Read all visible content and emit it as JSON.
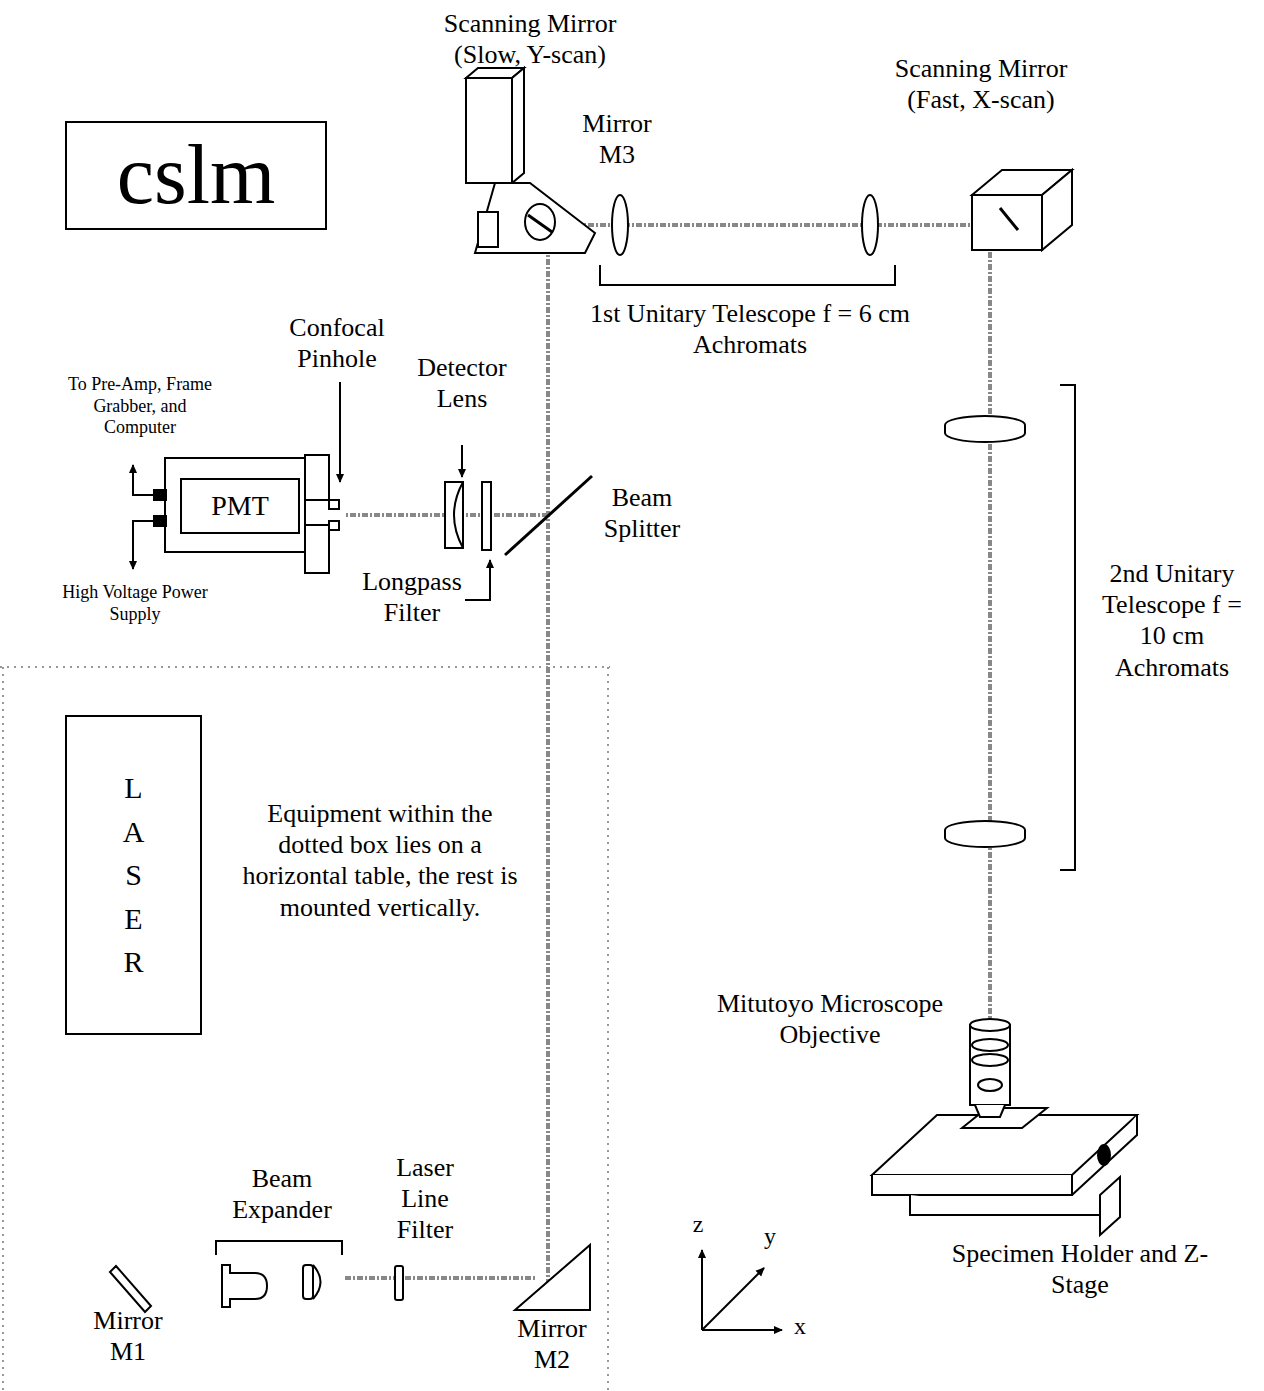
{
  "diagram": {
    "nodes": [
      {
        "text": [
          "cslm"
        ]
      },
      {
        "text": [
          "PMT"
        ]
      },
      {
        "text": [
          "LASER"
        ]
      }
    ],
    "labels": [
      "Scanning Mirror (Slow, Y-scan)",
      "Mirror M3",
      "Scanning Mirror (Fast, X-scan)",
      "1st Unitary Telescope f = 6 cm Achromats",
      "Confocal Pinhole",
      "Detector Lens",
      "To Pre-Amp, Frame Grabber, and Computer",
      "Beam Splitter",
      "High Voltage Power Supply",
      "Longpass Filter",
      "2nd Unitary Telescope f = 10 cm Achromats",
      "Equipment within the dotted box lies on a horizontal table, the rest is mounted vertically.",
      "Mitutoyo Microscope Objective",
      "Beam Expander",
      "Laser Line Filter",
      "Mirror M1",
      "Mirror M2",
      "Specimen Holder and Z-Stage",
      "z",
      "y",
      "x"
    ]
  }
}
